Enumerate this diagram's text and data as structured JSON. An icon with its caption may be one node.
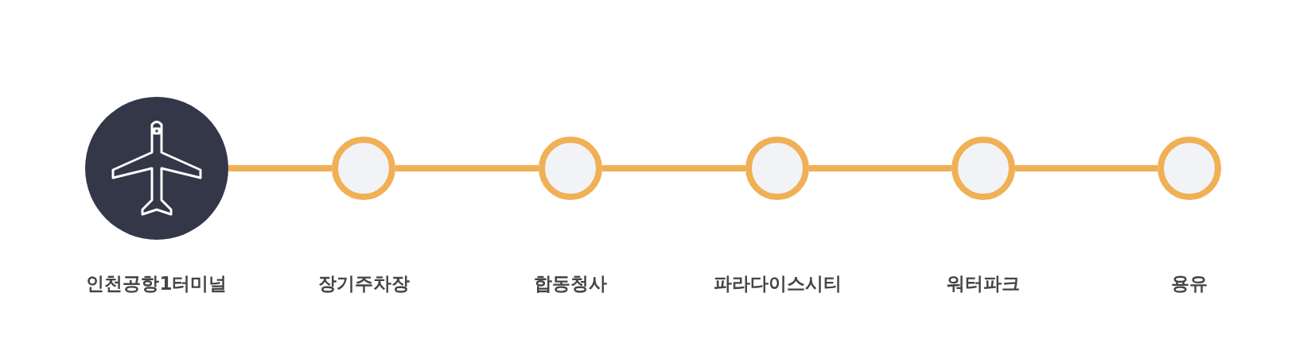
{
  "diagram": {
    "nodes": [
      {
        "text": [
          "인천공항1터미널"
        ]
      },
      {
        "text": [
          "장기주차장"
        ]
      },
      {
        "text": [
          "합동청사"
        ]
      },
      {
        "text": [
          "파라다이스시티"
        ]
      },
      {
        "text": [
          "워터파크"
        ]
      },
      {
        "text": [
          "용유"
        ]
      }
    ],
    "edges": [
      {
        "from": 0,
        "to": 1,
        "arrow": "none"
      },
      {
        "from": 1,
        "to": 2,
        "arrow": "none"
      },
      {
        "from": 2,
        "to": 3,
        "arrow": "none"
      },
      {
        "from": 3,
        "to": 4,
        "arrow": "none"
      },
      {
        "from": 4,
        "to": 5,
        "arrow": "none"
      }
    ]
  }
}
